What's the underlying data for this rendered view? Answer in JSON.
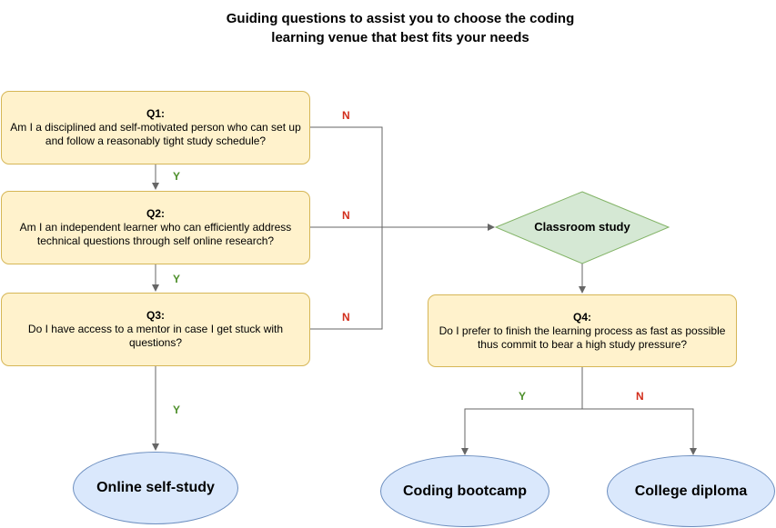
{
  "title": {
    "line1": "Guiding questions to assist you to choose the coding",
    "line2": "learning venue that best fits your needs"
  },
  "questions": {
    "q1": {
      "label": "Q1:",
      "text": "Am I a disciplined and self-motivated person who can set up and follow a reasonably tight study schedule?"
    },
    "q2": {
      "label": "Q2:",
      "text": "Am I an independent learner who can efficiently address technical questions through self online research?"
    },
    "q3": {
      "label": "Q3:",
      "text": "Do I have access to a mentor in case I get stuck with questions?"
    },
    "q4": {
      "label": "Q4:",
      "text": "Do I prefer to finish the learning process as fast as possible thus commit to bear a high study pressure?"
    }
  },
  "decision": {
    "label": "Classroom study"
  },
  "outcomes": {
    "online": "Online self-study",
    "bootcamp": "Coding bootcamp",
    "college": "College diploma"
  },
  "edge_labels": {
    "q1_yes": "Y",
    "q1_no": "N",
    "q2_yes": "Y",
    "q2_no": "N",
    "q3_yes": "Y",
    "q3_no": "N",
    "q4_yes": "Y",
    "q4_no": "N"
  },
  "colors": {
    "question_fill": "#fff2cc",
    "question_stroke": "#d6b656",
    "decision_fill": "#d5e8d4",
    "decision_stroke": "#82b366",
    "outcome_fill": "#dae8fc",
    "outcome_stroke": "#6c8ebf",
    "yes": "#4d8f2a",
    "no": "#d22e1c",
    "connector": "#666666"
  }
}
